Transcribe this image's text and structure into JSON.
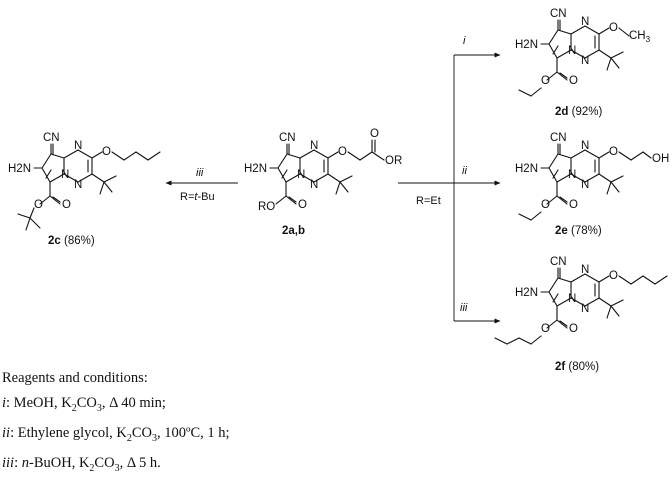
{
  "compounds": {
    "c2ab": {
      "label": "2a,b",
      "cn": "CN",
      "nh2": "H2N",
      "ester_r": "RO",
      "or_r": "OR"
    },
    "c2c": {
      "label": "2c",
      "yield": " (86%)",
      "cn": "CN",
      "nh2": "H2N"
    },
    "c2d": {
      "label": "2d",
      "yield": " (92%)",
      "cn": "CN",
      "nh2": "H2N",
      "methyl": "CH3"
    },
    "c2e": {
      "label": "2e",
      "yield": " (78%)",
      "cn": "CN",
      "nh2": "H2N",
      "oh": "OH"
    },
    "c2f": {
      "label": "2f",
      "yield": " (80%)",
      "cn": "CN",
      "nh2": "H2N"
    }
  },
  "arrows": {
    "left": {
      "condition": "iii",
      "r_prefix": "R=",
      "r_value": "t",
      "r_suffix": "-Bu"
    },
    "right": {
      "r_label": "R=Et",
      "i": "i",
      "ii": "ii",
      "iii": "iii"
    }
  },
  "atoms": {
    "N": "N",
    "O": "O"
  },
  "reagents": {
    "heading": "Reagents and conditions:",
    "conditions": [
      {
        "key": "i",
        "text_a": ": MeOH, K",
        "sub": "2",
        "text_b": "CO",
        "sub2": "3",
        "text_c": ", Δ 40 min;"
      },
      {
        "key": "ii",
        "text_a": ": Ethylene glycol, K",
        "sub": "2",
        "text_b": "CO",
        "sub2": "3",
        "text_c": ", 100ºC, 1 h;"
      },
      {
        "key": "iii",
        "text_a": ": ",
        "key2": "n",
        "text_a2": "-BuOH, K",
        "sub": "2",
        "text_b": "CO",
        "sub2": "3",
        "text_c": ", Δ 5 h."
      }
    ]
  },
  "colors": {
    "ink": "#111111",
    "background": "#ffffff"
  }
}
